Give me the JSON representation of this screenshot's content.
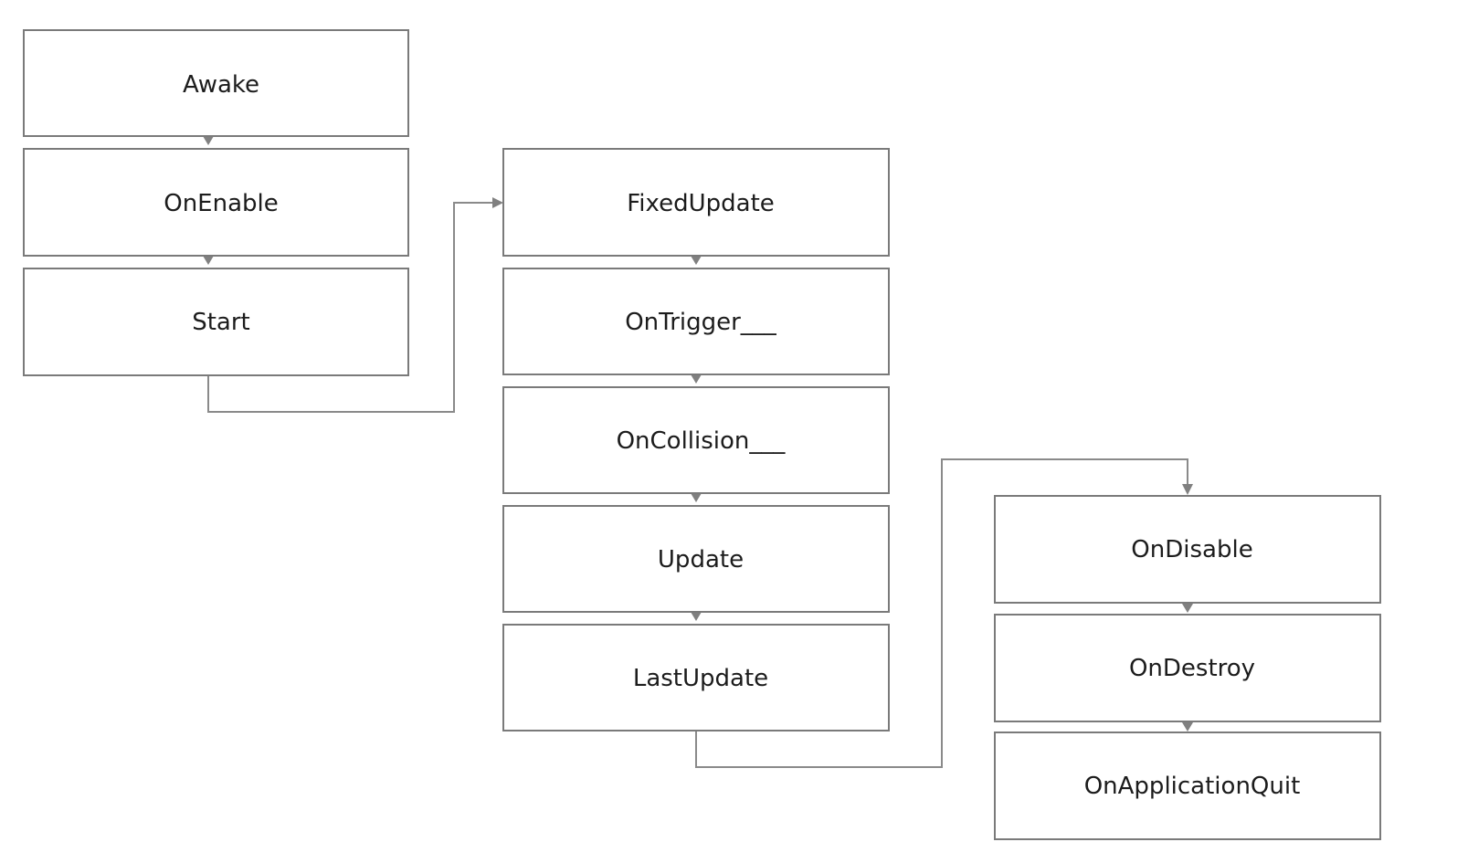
{
  "diagram": {
    "type": "flowchart",
    "columns": [
      {
        "nodes": [
          {
            "id": "awake",
            "label": "Awake"
          },
          {
            "id": "onenable",
            "label": "OnEnable"
          },
          {
            "id": "start",
            "label": "Start"
          }
        ]
      },
      {
        "nodes": [
          {
            "id": "fixedupdate",
            "label": "FixedUpdate"
          },
          {
            "id": "ontrigger",
            "label": "OnTrigger___"
          },
          {
            "id": "oncollision",
            "label": "OnCollision___"
          },
          {
            "id": "update",
            "label": "Update"
          },
          {
            "id": "lastupdate",
            "label": "LastUpdate"
          }
        ]
      },
      {
        "nodes": [
          {
            "id": "ondisable",
            "label": "OnDisable"
          },
          {
            "id": "ondestroy",
            "label": "OnDestroy"
          },
          {
            "id": "onapplicationquit",
            "label": "OnApplicationQuit"
          }
        ]
      }
    ],
    "edges": [
      {
        "from": "awake",
        "to": "onenable"
      },
      {
        "from": "onenable",
        "to": "start"
      },
      {
        "from": "start",
        "to": "fixedupdate"
      },
      {
        "from": "fixedupdate",
        "to": "ontrigger"
      },
      {
        "from": "ontrigger",
        "to": "oncollision"
      },
      {
        "from": "oncollision",
        "to": "update"
      },
      {
        "from": "update",
        "to": "lastupdate"
      },
      {
        "from": "lastupdate",
        "to": "ondisable"
      },
      {
        "from": "ondisable",
        "to": "ondestroy"
      },
      {
        "from": "ondestroy",
        "to": "onapplicationquit"
      }
    ],
    "colors": {
      "box_border": "#7a7a7a",
      "connector": "#8a8a8a",
      "text": "#1c1c1c",
      "background": "#ffffff"
    }
  }
}
